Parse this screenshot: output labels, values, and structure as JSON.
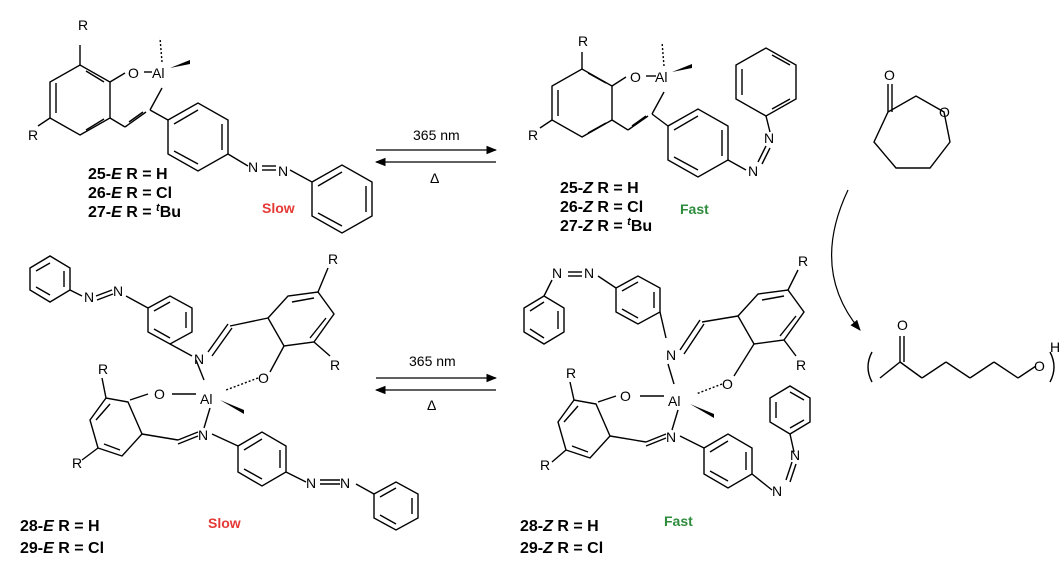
{
  "labels": {
    "c25E": {
      "num": "25-",
      "iso": "E",
      "rest": " R = H"
    },
    "c26E": {
      "num": "26-",
      "iso": "E",
      "rest": " R = Cl"
    },
    "c27E": {
      "num": "27-",
      "iso": "E",
      "rest": " R = ",
      "sup": "t",
      "tail": "Bu"
    },
    "c25Z": {
      "num": "25-",
      "iso": "Z",
      "rest": " R = H"
    },
    "c26Z": {
      "num": "26-",
      "iso": "Z",
      "rest": " R = Cl"
    },
    "c27Z": {
      "num": "27-",
      "iso": "Z",
      "rest": " R = ",
      "sup": "t",
      "tail": "Bu"
    },
    "c28E": {
      "num": "28-",
      "iso": "E",
      "rest": " R = H"
    },
    "c29E": {
      "num": "29-",
      "iso": "E",
      "rest": " R = Cl"
    },
    "c28Z": {
      "num": "28-",
      "iso": "Z",
      "rest": " R = H"
    },
    "c29Z": {
      "num": "29-",
      "iso": "Z",
      "rest": " R = Cl"
    }
  },
  "rates": {
    "top_left": "Slow",
    "top_right": "Fast",
    "bottom_left": "Slow",
    "bottom_right": "Fast"
  },
  "conditions": {
    "top_forward": "365 nm",
    "top_reverse": "Δ",
    "bottom_forward": "365 nm",
    "bottom_reverse": "Δ"
  },
  "atoms": {
    "R": "R",
    "O": "O",
    "Al": "Al",
    "N": "N",
    "H": "H"
  },
  "colors": {
    "slow": "#e53935",
    "fast": "#2e8b3c"
  }
}
